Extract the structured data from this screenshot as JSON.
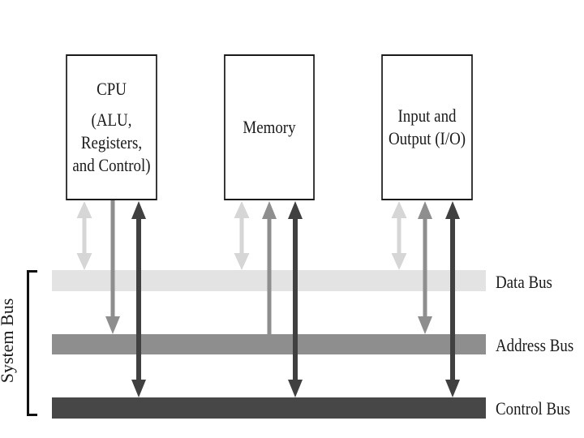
{
  "components": [
    {
      "id": "cpu",
      "lines": [
        "CPU",
        "(ALU,",
        "Registers,",
        "and Control)"
      ]
    },
    {
      "id": "memory",
      "lines": [
        "Memory"
      ]
    },
    {
      "id": "io",
      "lines": [
        "Input and",
        "Output (I/O)"
      ]
    }
  ],
  "buses": [
    {
      "id": "data",
      "label": "Data Bus",
      "color": "#e3e3e3"
    },
    {
      "id": "address",
      "label": "Address Bus",
      "color": "#8e8e8e"
    },
    {
      "id": "control",
      "label": "Control Bus",
      "color": "#474747"
    }
  ],
  "system_bus_label": "System Bus",
  "connections": [
    {
      "component": "cpu",
      "bus": "data",
      "direction": "both"
    },
    {
      "component": "cpu",
      "bus": "address",
      "direction": "to_bus"
    },
    {
      "component": "cpu",
      "bus": "control",
      "direction": "both"
    },
    {
      "component": "memory",
      "bus": "data",
      "direction": "both"
    },
    {
      "component": "memory",
      "bus": "address",
      "direction": "from_bus"
    },
    {
      "component": "memory",
      "bus": "control",
      "direction": "both"
    },
    {
      "component": "io",
      "bus": "data",
      "direction": "both"
    },
    {
      "component": "io",
      "bus": "address",
      "direction": "both"
    },
    {
      "component": "io",
      "bus": "control",
      "direction": "both"
    }
  ]
}
